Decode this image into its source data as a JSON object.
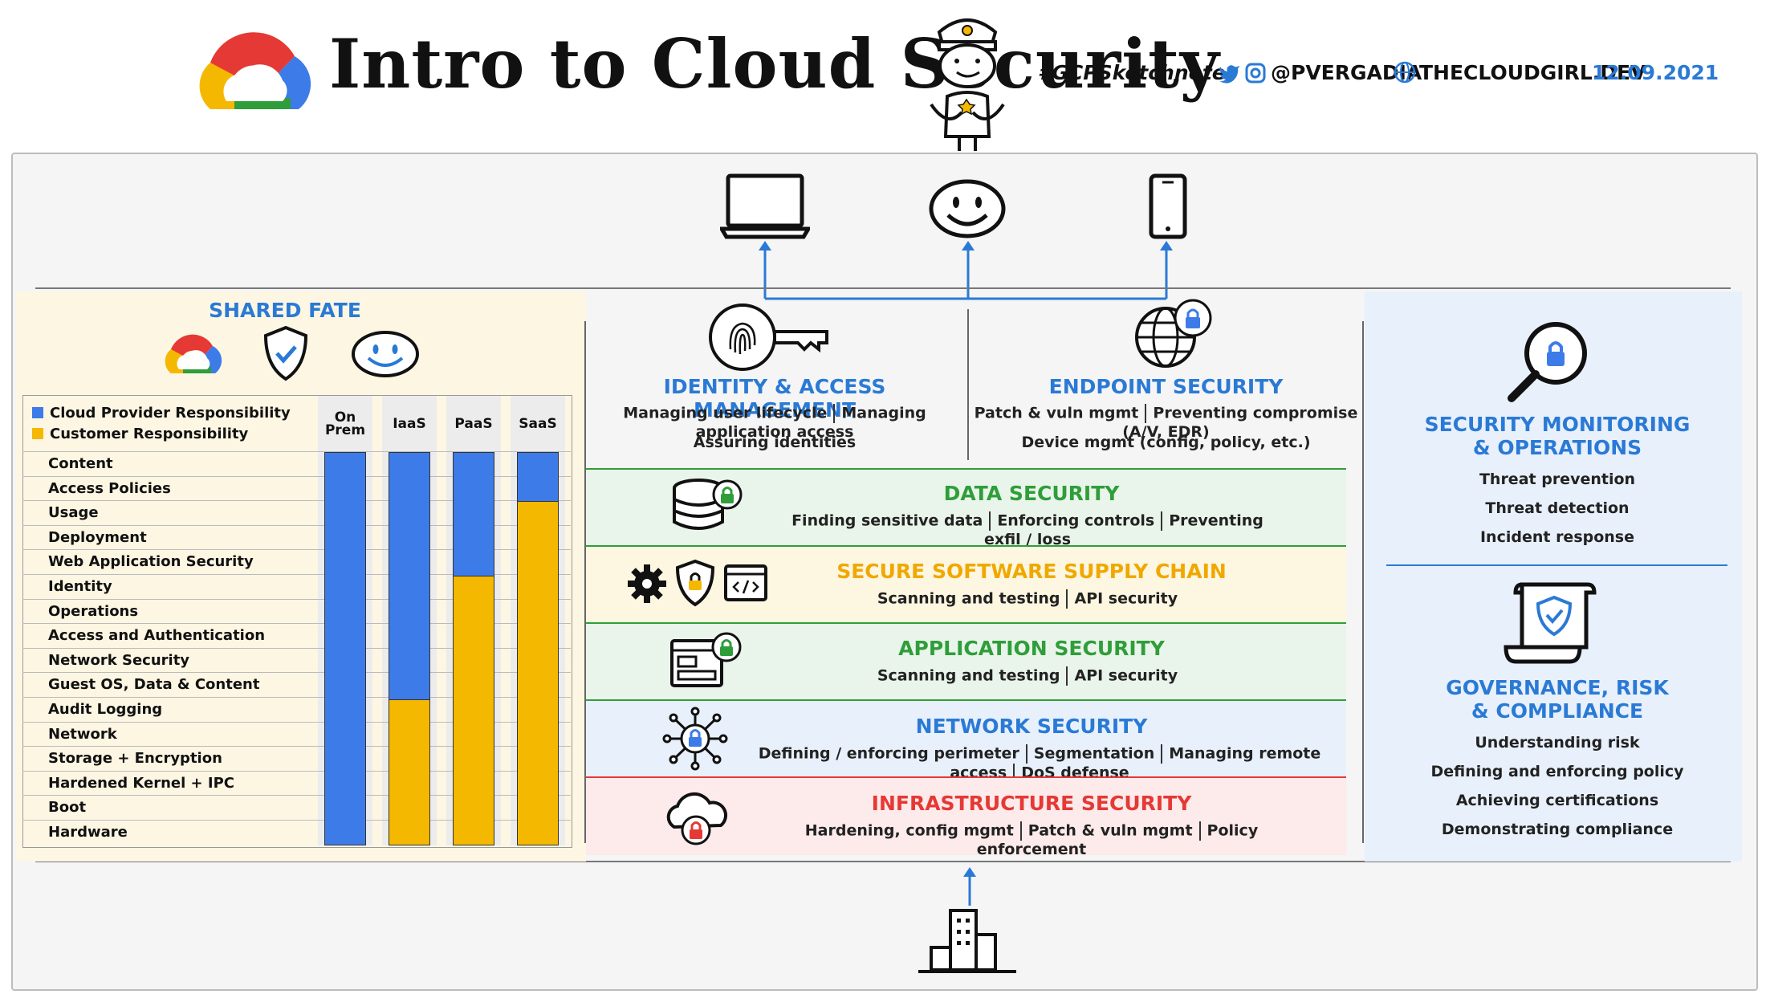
{
  "header": {
    "title": "Intro to Cloud Security",
    "hashtag": "#GCPSketchnote",
    "twitter": "@PVERGADIA",
    "website": "THECLOUDGIRL.DEV",
    "date": "12.09.2021"
  },
  "shared_fate": {
    "title": "SHARED FATE",
    "legend": [
      {
        "label": "Cloud Provider Responsibility",
        "color": "#3d7be8"
      },
      {
        "label": "Customer Responsibility",
        "color": "#f5b800"
      }
    ],
    "columns": [
      "On Prem",
      "IaaS",
      "PaaS",
      "SaaS"
    ],
    "rows": [
      "Content",
      "Access Policies",
      "Usage",
      "Deployment",
      "Web Application Security",
      "Identity",
      "Operations",
      "Access and Authentication",
      "Network Security",
      "Guest OS, Data & Content",
      "Audit Logging",
      "Network",
      "Storage + Encryption",
      "Hardened Kernel + IPC",
      "Boot",
      "Hardware"
    ]
  },
  "layers": {
    "iam": {
      "title": "IDENTITY & ACCESS MANAGEMENT",
      "items": [
        "Managing user lifecycle",
        "Managing application access"
      ],
      "items2": "Assuring identities",
      "color": "#2a7ad5"
    },
    "endpoint": {
      "title": "ENDPOINT SECURITY",
      "items": [
        "Patch & vuln mgmt",
        "Preventing compromise (A/V, EDR)"
      ],
      "items2": "Device mgmt (config, policy, etc.)",
      "color": "#2a7ad5"
    },
    "data": {
      "title": "DATA SECURITY",
      "items": [
        "Finding sensitive data",
        "Enforcing controls",
        "Preventing exfil / loss"
      ],
      "color": "#2f9e3a"
    },
    "supply": {
      "title": "SECURE SOFTWARE SUPPLY CHAIN",
      "items": [
        "Scanning and testing",
        "API security"
      ],
      "color": "#f0a800"
    },
    "app": {
      "title": "APPLICATION SECURITY",
      "items": [
        "Scanning and testing",
        "API security"
      ],
      "color": "#2f9e3a"
    },
    "network": {
      "title": "NETWORK SECURITY",
      "items": [
        "Defining / enforcing perimeter",
        "Segmentation",
        "Managing remote access",
        "DoS defense"
      ],
      "color": "#2a7ad5"
    },
    "infra": {
      "title": "INFRASTRUCTURE SECURITY",
      "items": [
        "Hardening, config mgmt",
        "Patch & vuln mgmt",
        "Policy enforcement"
      ],
      "color": "#e53935"
    }
  },
  "right": {
    "monitoring": {
      "title_line1": "SECURITY MONITORING",
      "title_line2": "& OPERATIONS",
      "items": [
        "Threat prevention",
        "Threat detection",
        "Incident response"
      ]
    },
    "governance": {
      "title_line1": "GOVERNANCE, RISK",
      "title_line2": "& COMPLIANCE",
      "items": [
        "Understanding risk",
        "Defining and enforcing policy",
        "Achieving certifications",
        "Demonstrating compliance"
      ]
    }
  },
  "icons": {
    "top": [
      "laptop-icon",
      "smiley-icon",
      "phone-icon"
    ],
    "bottom": "building-icon"
  },
  "colors": {
    "blue": "#3d7be8",
    "yellow": "#f5b800",
    "accent": "#2a7ad5"
  }
}
